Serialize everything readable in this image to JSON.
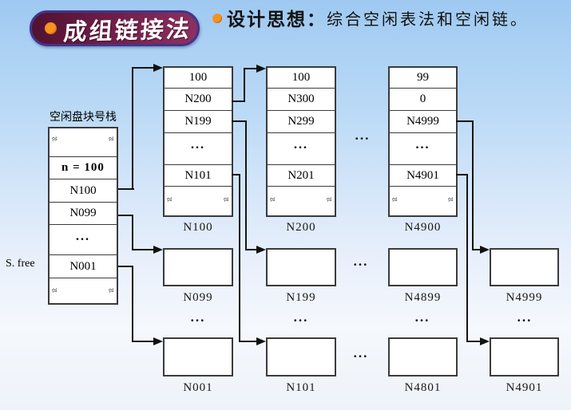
{
  "slide": {
    "background_top_color": "#9FC9F1",
    "background_bottom_color": "#EEF3F9",
    "line_color": "#141414"
  },
  "header": {
    "bullet_color": "#F5941E",
    "title": "成组链接法",
    "pill_gradient": [
      "#4F1130",
      "#8E3261"
    ],
    "pill_border_color": "#433489",
    "design_label": "设计思想：",
    "design_text": "综合空闲表法和空闲链。"
  },
  "symbols": {
    "ellipsis": "...",
    "break_mark": "≈"
  },
  "stack": {
    "title": "空闲盘块号栈",
    "side_label": "S. free",
    "cells": [
      "n = 100",
      "N100",
      "N099",
      "...",
      "N001"
    ]
  },
  "group_tables": [
    {
      "label": "N100",
      "rows": [
        "100",
        "N200",
        "N199",
        "...",
        "N101"
      ]
    },
    {
      "label": "N200",
      "rows": [
        "100",
        "N300",
        "N299",
        "...",
        "N201"
      ]
    },
    {
      "label": "N4900",
      "rows": [
        "99",
        "0",
        "N4999",
        "...",
        "N4901"
      ]
    }
  ],
  "leaf_boxes": {
    "row1": [
      "N099",
      "N199",
      "N4899",
      "N4999"
    ],
    "row2": [
      "N001",
      "N101",
      "N4801",
      "N4901"
    ]
  }
}
